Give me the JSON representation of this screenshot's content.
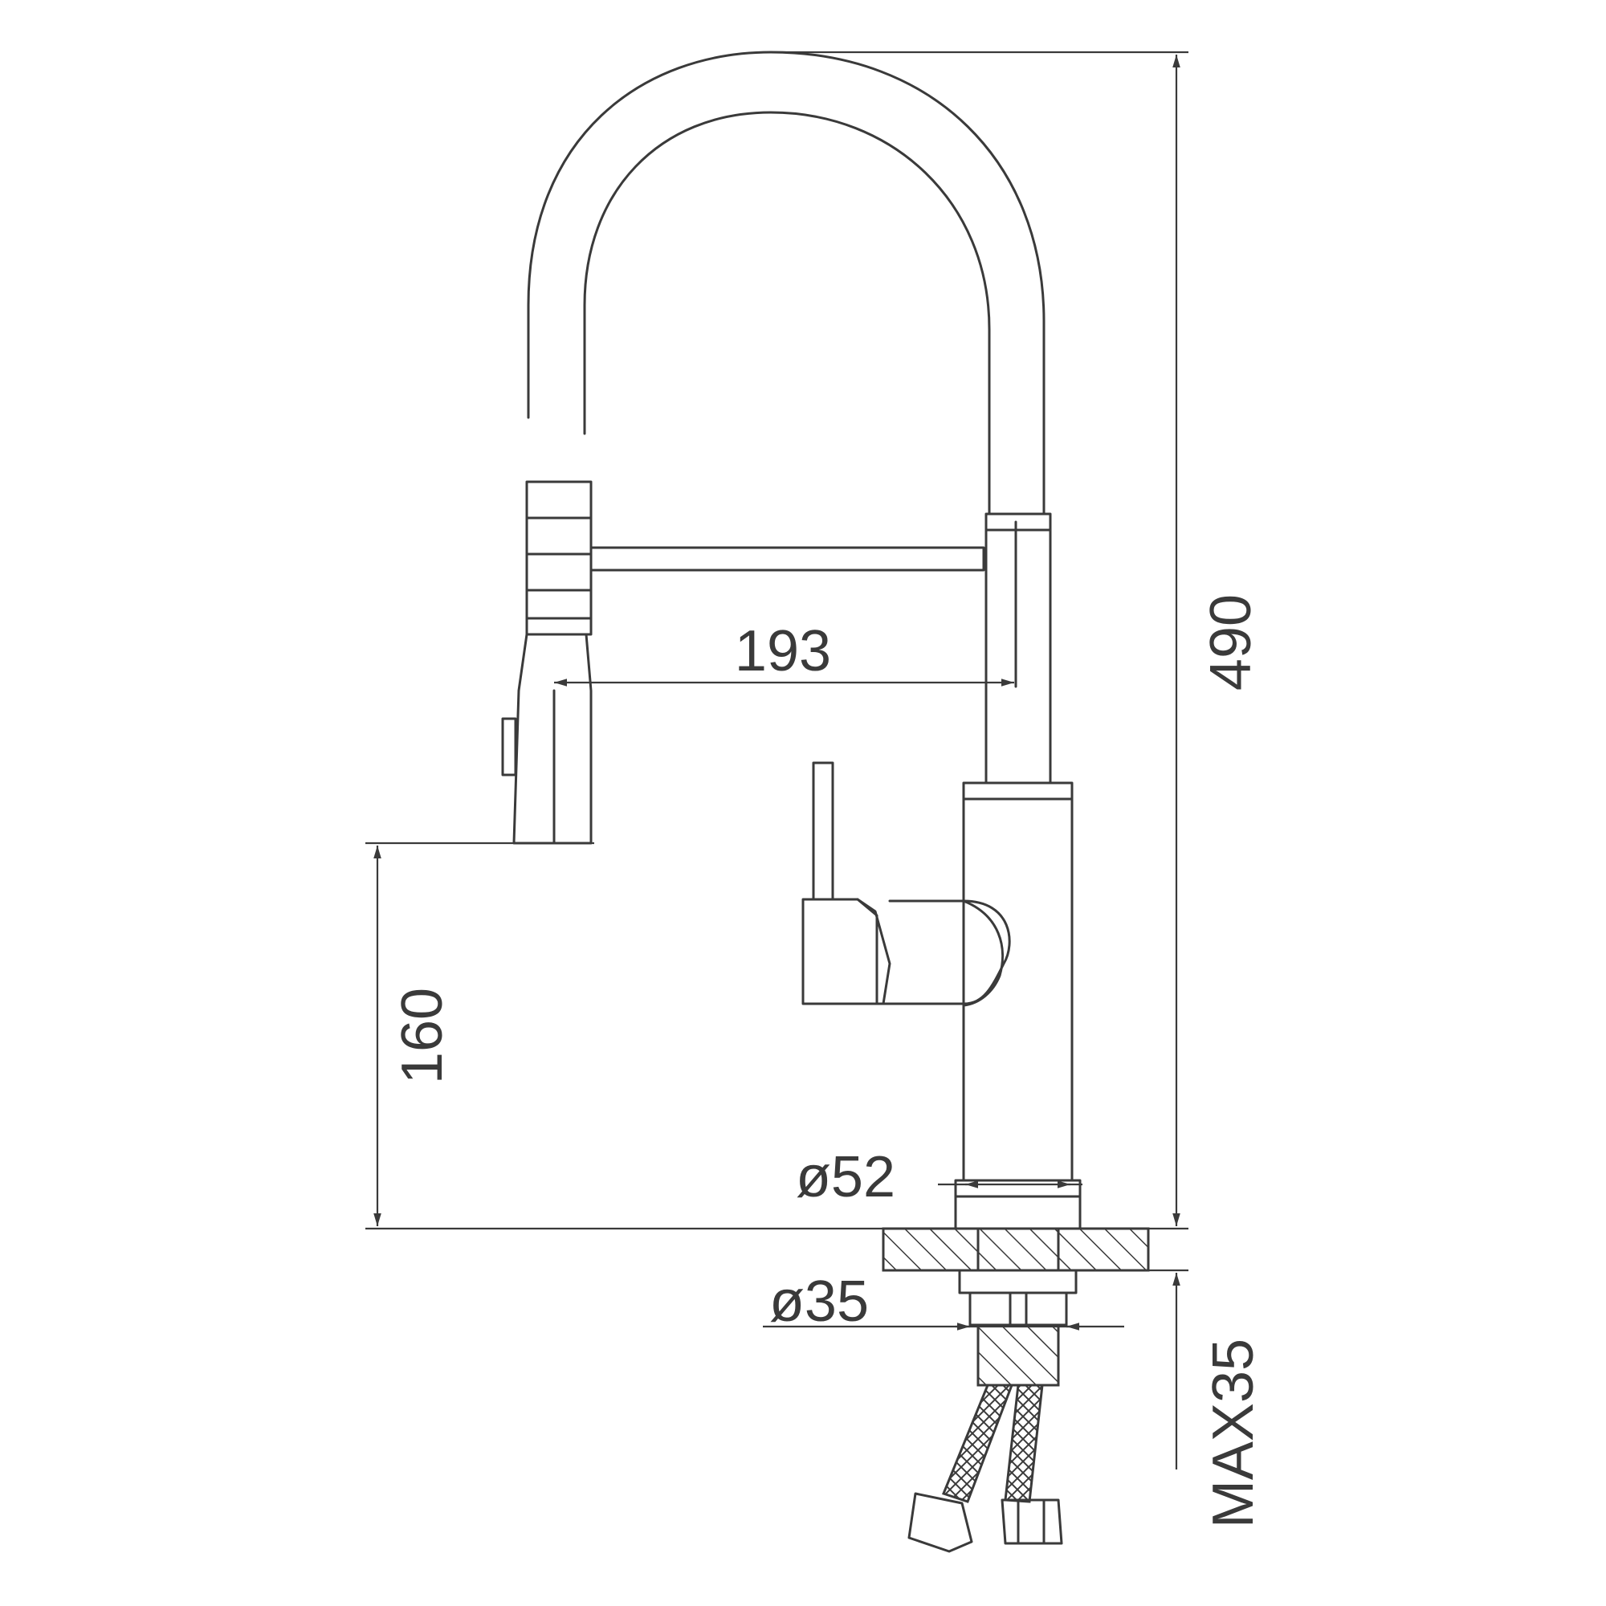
{
  "dimensions": {
    "spout_reach": "193",
    "total_height": "490",
    "outlet_height": "160",
    "base_diameter": "ø52",
    "hole_diameter": "ø35",
    "max_deck_thickness": "MAX35"
  },
  "colors": {
    "line": "#3a3a3a",
    "background": "#ffffff"
  }
}
